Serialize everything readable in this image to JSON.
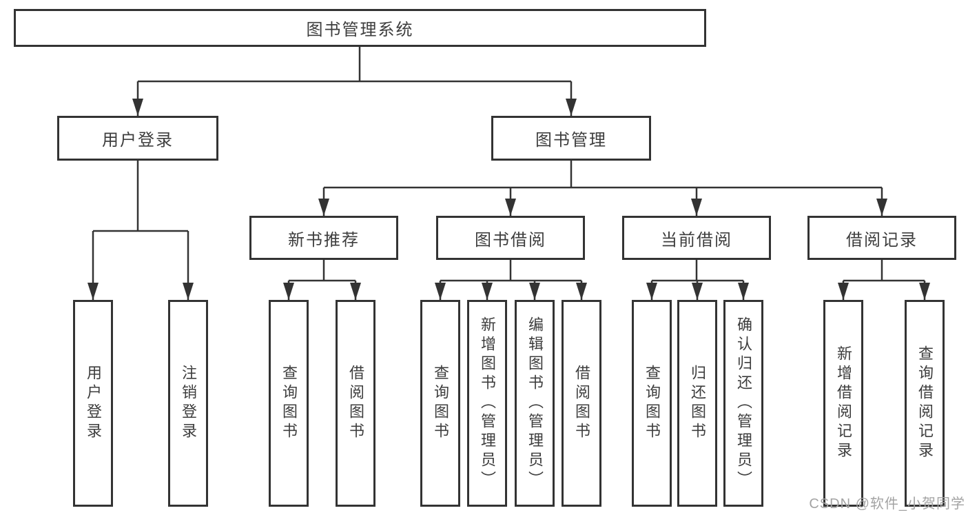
{
  "colors": {
    "line": "#333333",
    "text": "#3d3d3d",
    "box_background": "#ffffff",
    "watermark": "#a3a3a3"
  },
  "tree": {
    "root": {
      "label": "图书管理系统"
    },
    "level2": [
      {
        "label": "用户登录",
        "children": [
          "用户登录",
          "注销登录"
        ]
      },
      {
        "label": "图书管理"
      }
    ],
    "level3": [
      {
        "label": "新书推荐",
        "children": [
          "查询图书",
          "借阅图书"
        ]
      },
      {
        "label": "图书借阅",
        "children": [
          "查询图书",
          "新增图书（管理员）",
          "编辑图书（管理员）",
          "借阅图书"
        ]
      },
      {
        "label": "当前借阅",
        "children": [
          "查询图书",
          "归还图书",
          "确认归还（管理员）"
        ]
      },
      {
        "label": "借阅记录",
        "children": [
          "新增借阅记录",
          "查询借阅记录"
        ]
      }
    ]
  },
  "watermark": "CSDN @软件_小贺同学"
}
